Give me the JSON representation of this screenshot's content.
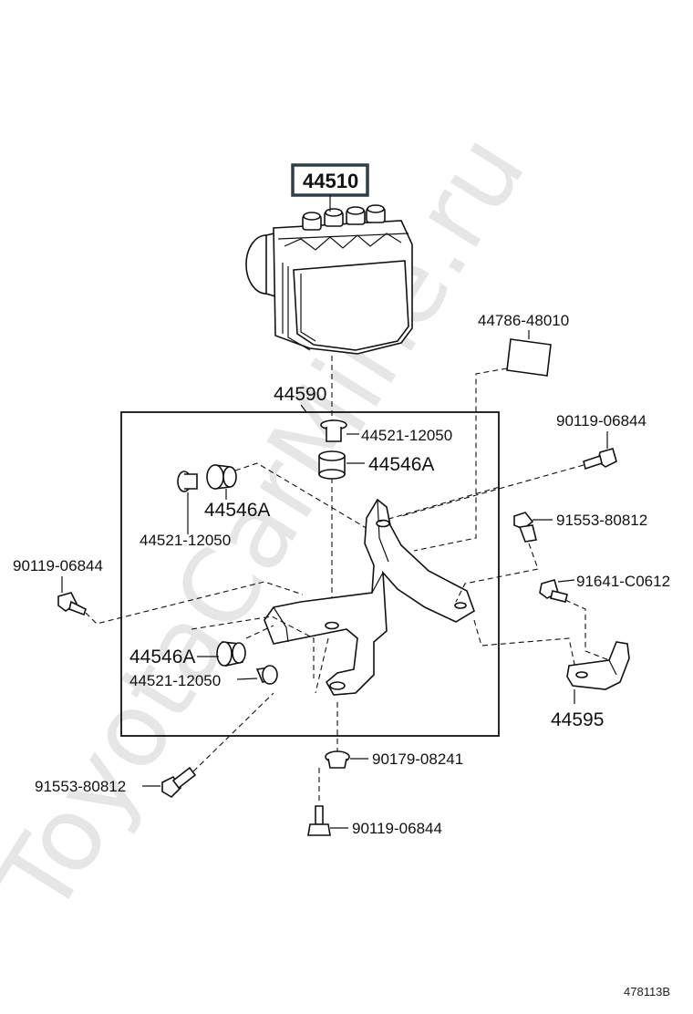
{
  "watermark": "ToyotaCarMine.ru",
  "drawing_code": "478113B",
  "callouts": {
    "main_unit": "44510",
    "bracket_assembly": "44590",
    "label_sticker": "44786-48010",
    "bolt_top_right": "90119-06844",
    "bolt_left": "90119-06844",
    "bolt_bottom": "90119-06844",
    "bolt_right": "91553-80812",
    "bolt_bottom_left": "91553-80812",
    "screw_right": "91641-C0612",
    "collar_top": "44521-12050",
    "collar_left": "44521-12050",
    "collar_lower": "44521-12050",
    "cushion_top": "44546A",
    "cushion_left": "44546A",
    "cushion_lower": "44546A",
    "nut_bottom": "90179-08241",
    "bracket_right": "44595"
  }
}
